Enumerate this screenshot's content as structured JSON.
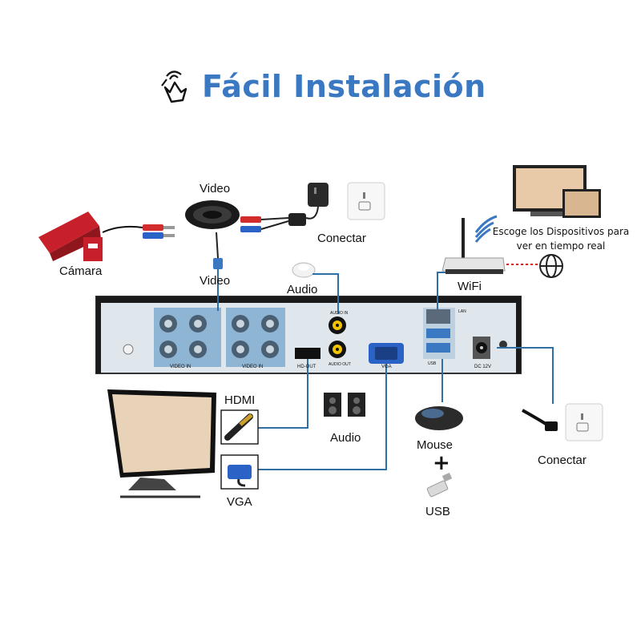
{
  "title": "Fácil Instalación",
  "labels": {
    "video_top": "Video",
    "conectar_top": "Conectar",
    "camara": "Cámara",
    "video_mid": "Video",
    "audio_top": "Audio",
    "wifi": "WiFi",
    "devices_note_1": "Escoge los Dispositivos para",
    "devices_note_2": "ver en tiempo real",
    "hdmi": "HDMI",
    "audio_bottom": "Audio",
    "mouse": "Mouse",
    "plus": "+",
    "usb": "USB",
    "conectar_bottom": "Conectar",
    "vga": "VGA"
  },
  "panel": {
    "video_in_left": "VIDEO IN",
    "video_in_right": "VIDEO IN",
    "hd_out": "HD-OUT",
    "audio_in": "AUDIO IN",
    "audio_out": "AUDIO OUT",
    "vga": "VGA",
    "lan": "LAN",
    "usb_label": "USB",
    "dc": "DC 12V"
  },
  "colors": {
    "title": "#3a78c2",
    "line": "#2f6fa3",
    "panel": "#dfe6ec",
    "bnc_block": "#8fb5d5",
    "camera": "#c8202a",
    "router_dots": "#d01f1f"
  }
}
